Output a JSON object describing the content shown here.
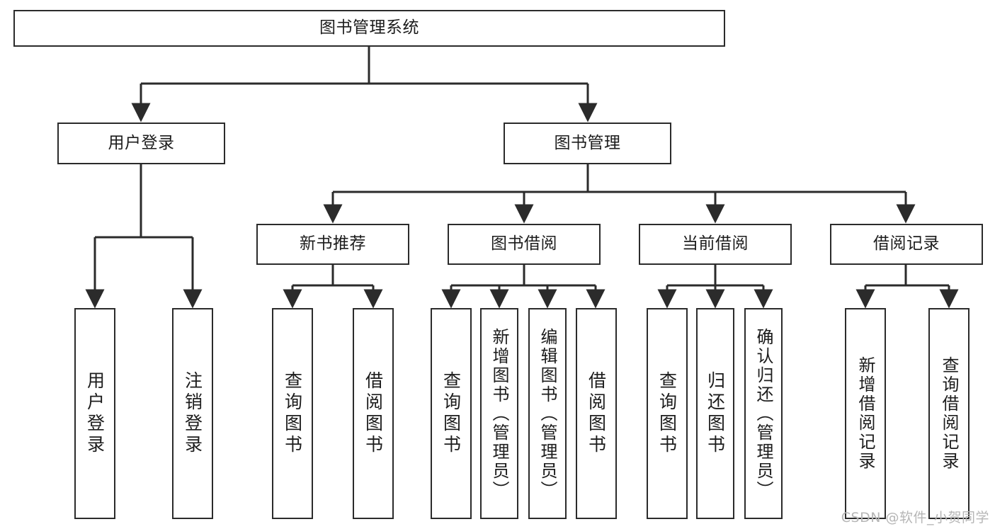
{
  "diagram": {
    "title": "图书管理系统",
    "type": "hierarchy-tree",
    "root": {
      "label": "图书管理系统"
    },
    "level1": [
      {
        "label": "用户登录"
      },
      {
        "label": "图书管理"
      }
    ],
    "level2": [
      {
        "label": "新书推荐",
        "parent": "图书管理"
      },
      {
        "label": "图书借阅",
        "parent": "图书管理"
      },
      {
        "label": "当前借阅",
        "parent": "图书管理"
      },
      {
        "label": "借阅记录",
        "parent": "图书管理"
      }
    ],
    "leaves": {
      "用户登录": [
        {
          "label": "用户登录"
        },
        {
          "label": "注销登录"
        }
      ],
      "新书推荐": [
        {
          "label": "查询图书"
        },
        {
          "label": "借阅图书"
        }
      ],
      "图书借阅": [
        {
          "label": "查询图书"
        },
        {
          "label": "新增图书（管理员）"
        },
        {
          "label": "编辑图书（管理员）"
        },
        {
          "label": "借阅图书"
        }
      ],
      "当前借阅": [
        {
          "label": "查询图书"
        },
        {
          "label": "归还图书"
        },
        {
          "label": "确认归还（管理员）"
        }
      ],
      "借阅记录": [
        {
          "label": "新增借阅记录"
        },
        {
          "label": "查询借阅记录"
        }
      ]
    }
  },
  "watermark": {
    "text": "CSDN @软件_小贺同学"
  },
  "colors": {
    "stroke": "#2b2b2b",
    "fill": "#ffffff",
    "text": "#1c1c1c",
    "watermark": "#b6b6b6"
  }
}
